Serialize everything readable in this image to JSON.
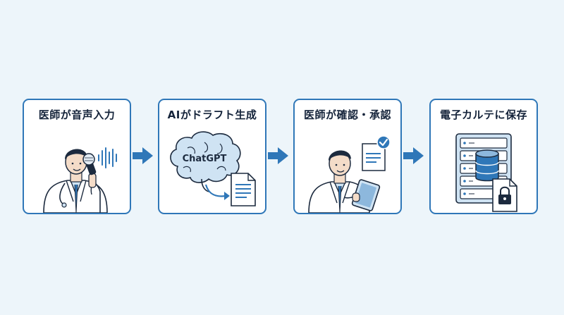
{
  "steps": [
    {
      "title": "医師が音声入力",
      "icon": "doctor-microphone-icon"
    },
    {
      "title": "AIがドラフト生成",
      "icon": "brain-document-icon",
      "brain_label": "ChatGPT"
    },
    {
      "title": "医師が確認・承認",
      "icon": "doctor-tablet-check-icon"
    },
    {
      "title": "電子カルテに保存",
      "icon": "server-lock-icon"
    }
  ],
  "colors": {
    "background": "#edf5fa",
    "accent": "#2f77b8",
    "light_blue": "#cfe3f3",
    "ink": "#1c2a3e"
  }
}
